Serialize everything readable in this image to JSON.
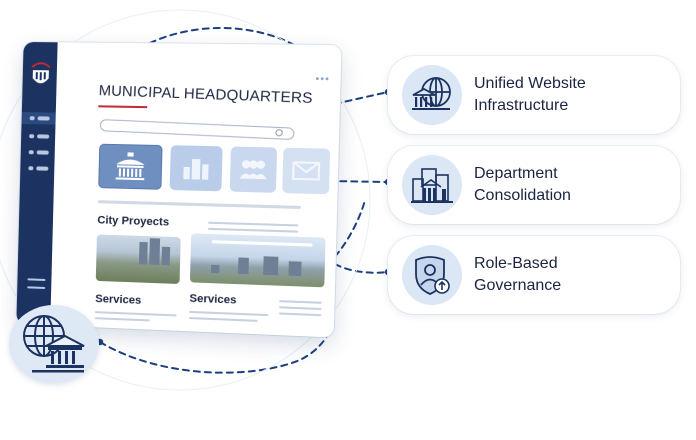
{
  "colors": {
    "navy": "#1c3260",
    "accent_blue": "#1c3f7e",
    "red_accent": "#c22a36",
    "card_icon_bg": "#dce7f5",
    "tile_primary": "#6e8fbf"
  },
  "mockup": {
    "title": "MUNICIPAL HEADQUARTERS",
    "window_dots": "•••",
    "search_placeholder": "",
    "tiles": [
      {
        "icon": "government-building-icon",
        "active": true
      },
      {
        "icon": "city-buildings-icon",
        "active": false
      },
      {
        "icon": "people-group-icon",
        "active": false
      },
      {
        "icon": "envelope-icon",
        "active": false
      }
    ],
    "section_title": "City Proyects",
    "cards": [
      {
        "label": "Services",
        "image": "city-river-photo"
      },
      {
        "label": "Services",
        "image": "city-skyline-photo"
      }
    ],
    "sidebar": {
      "logo": "shield-columns-logo",
      "item_count": 4
    }
  },
  "globe_badge": {
    "icon": "globe-building-icon"
  },
  "features": [
    {
      "icon": "globe-building-icon",
      "line1": "Unified Website",
      "line2": "Infrastructure"
    },
    {
      "icon": "department-buildings-icon",
      "line1": "Department",
      "line2": "Consolidation"
    },
    {
      "icon": "shield-user-icon",
      "line1": "Role-Based",
      "line2": "Governance"
    }
  ]
}
